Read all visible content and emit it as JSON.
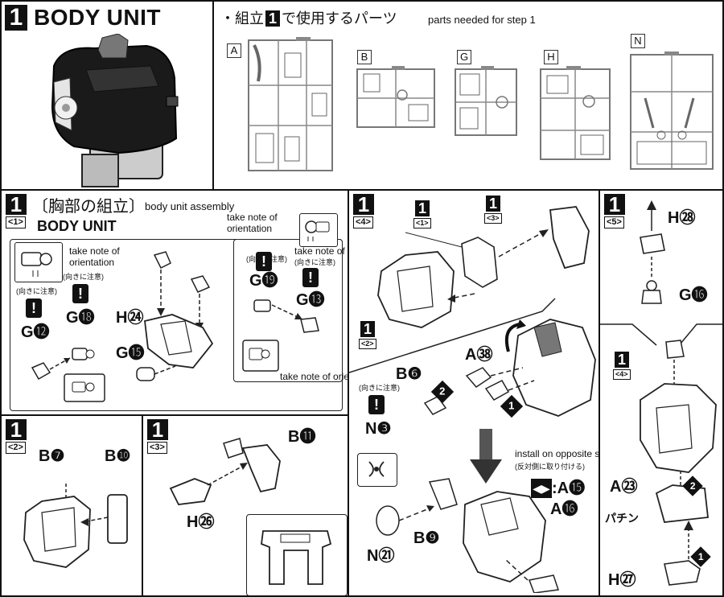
{
  "header": {
    "step": "1",
    "title": "BODY UNIT",
    "parts_heading_jp": "・組立",
    "parts_heading_jp_num": "1",
    "parts_heading_jp2": "で使用するパーツ",
    "parts_heading_en": "parts needed for step 1",
    "runners": [
      "A",
      "B",
      "G",
      "H",
      "N"
    ]
  },
  "sub1": {
    "step": "1",
    "sub": "<1>",
    "title_jp": "〔胸部の組立〕",
    "title_en_overlay": "body unit assembly",
    "title": "BODY UNIT",
    "note_orientation": "take note of orientation",
    "note_jp": "(向きに注意)",
    "parts": [
      "G⓬",
      "G⓲",
      "H㉔",
      "G⓯",
      "G⓳",
      "G⓭"
    ]
  },
  "sub2": {
    "step": "1",
    "sub": "<2>",
    "parts": [
      "B❼",
      "B❿"
    ]
  },
  "sub3": {
    "step": "1",
    "sub": "<3>",
    "parts": [
      "B⓫",
      "H㉖"
    ]
  },
  "sub4": {
    "step": "1",
    "sub": "<4>",
    "refs": [
      {
        "num": "1",
        "sub": "<1>"
      },
      {
        "num": "1",
        "sub": "<3>"
      },
      {
        "num": "1",
        "sub": "<2>"
      }
    ],
    "parts": [
      "A㊳",
      "B❻",
      "N❸",
      "B❾",
      "N㉑",
      "A⓰"
    ],
    "note_jp": "(向きに注意)",
    "arrow1": "2",
    "arrow2": "1",
    "opposite_en": "install on opposite sides",
    "opposite_jp": "(反対側に取り付ける)",
    "opposite_code": ":A⓯"
  },
  "sub5": {
    "step": "1",
    "sub": "<5>",
    "parts": [
      "H㉘",
      "G⓰",
      "A㉓",
      "H㉗"
    ],
    "ref": {
      "num": "1",
      "sub": "<4>"
    },
    "snap": "パチン",
    "arrow1": "2",
    "arrow2": "1"
  }
}
